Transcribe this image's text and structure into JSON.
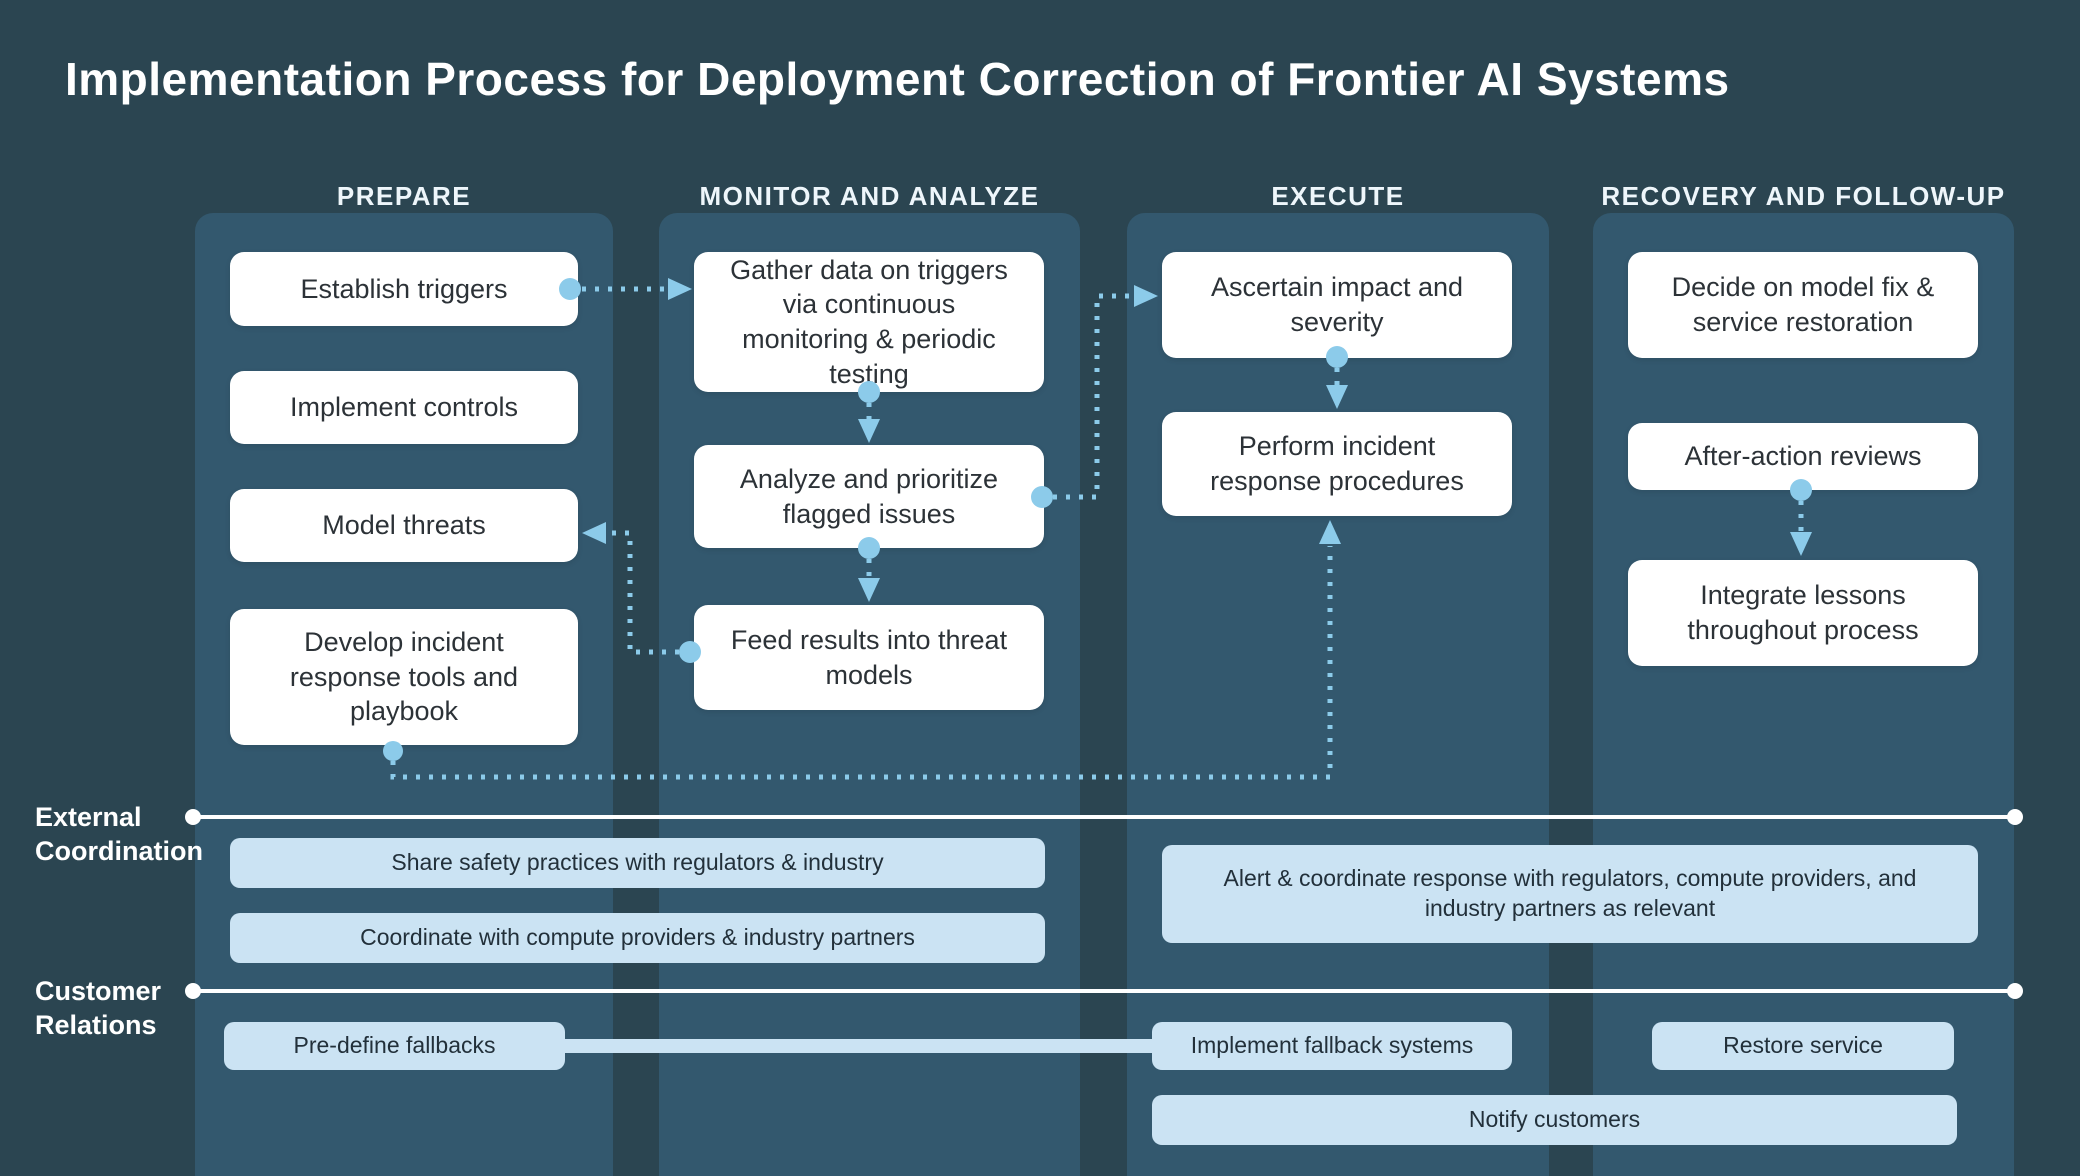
{
  "title": "Implementation Process for Deployment Correction of Frontier AI Systems",
  "columns": [
    {
      "header": "PREPARE",
      "boxes": [
        "Establish triggers",
        "Implement controls",
        "Model threats",
        "Develop incident response tools and playbook"
      ]
    },
    {
      "header": "MONITOR AND ANALYZE",
      "boxes": [
        "Gather data on triggers via continuous monitoring & periodic testing",
        "Analyze and prioritize flagged issues",
        "Feed results into threat models"
      ]
    },
    {
      "header": "EXECUTE",
      "boxes": [
        "Ascertain impact and severity",
        "Perform incident response procedures"
      ]
    },
    {
      "header": "RECOVERY AND FOLLOW-UP",
      "boxes": [
        "Decide on model fix & service restoration",
        "After-action reviews",
        "Integrate lessons throughout process"
      ]
    }
  ],
  "lanes": {
    "external": {
      "label": "External Coordination",
      "items": [
        "Share safety practices with regulators & industry",
        "Coordinate with compute providers & industry partners",
        "Alert & coordinate response with regulators, compute providers, and industry partners as relevant"
      ]
    },
    "customer": {
      "label": "Customer Relations",
      "items": [
        "Pre-define fallbacks",
        "Implement fallback systems",
        "Restore service",
        "Notify customers"
      ]
    }
  },
  "colors": {
    "background": "#2b4551",
    "panel": "#33586e",
    "process_card": "#ffffff",
    "lane_card": "#cbe3f3",
    "connector": "#8ccbea",
    "lane_line": "#ffffff",
    "title_text": "#ffffff",
    "card_text": "#2c3237"
  }
}
